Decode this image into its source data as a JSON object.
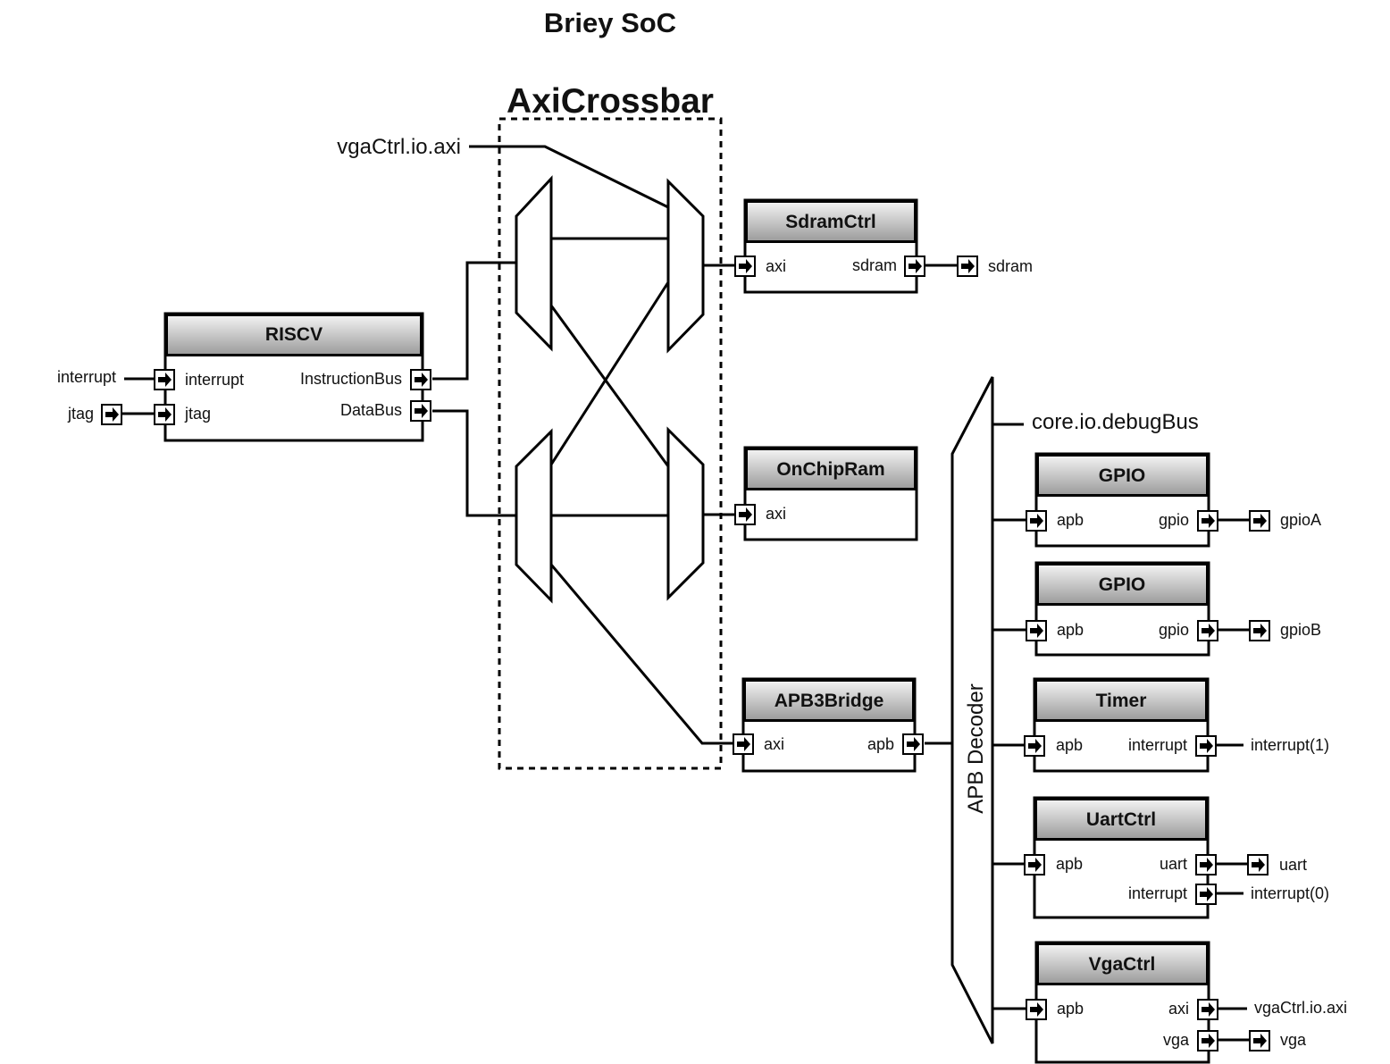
{
  "title": "Briey SoC",
  "crossbar": {
    "label": "AxiCrossbar"
  },
  "decoder": {
    "label": "APB Decoder"
  },
  "external": {
    "vga_axi_in": "vgaCtrl.io.axi",
    "debug_bus": "core.io.debugBus",
    "interrupt_in": "interrupt",
    "jtag_in": "jtag",
    "sdram_out": "sdram",
    "gpioA_out": "gpioA",
    "gpioB_out": "gpioB",
    "timer_irq_out": "interrupt(1)",
    "uart_out": "uart",
    "uart_irq_out": "interrupt(0)",
    "vga_axi_out": "vgaCtrl.io.axi",
    "vga_out": "vga"
  },
  "blocks": {
    "riscv": {
      "name": "RISCV",
      "in1": "interrupt",
      "in2": "jtag",
      "out1": "InstructionBus",
      "out2": "DataBus"
    },
    "sdram": {
      "name": "SdramCtrl",
      "in1": "axi",
      "out1": "sdram"
    },
    "onchipram": {
      "name": "OnChipRam",
      "in1": "axi"
    },
    "apb3bridge": {
      "name": "APB3Bridge",
      "in1": "axi",
      "out1": "apb"
    },
    "gpioA": {
      "name": "GPIO",
      "in1": "apb",
      "out1": "gpio"
    },
    "gpioB": {
      "name": "GPIO",
      "in1": "apb",
      "out1": "gpio"
    },
    "timer": {
      "name": "Timer",
      "in1": "apb",
      "out1": "interrupt"
    },
    "uart": {
      "name": "UartCtrl",
      "in1": "apb",
      "out1": "uart",
      "out2": "interrupt"
    },
    "vga": {
      "name": "VgaCtrl",
      "in1": "apb",
      "out1": "axi",
      "out2": "vga"
    }
  }
}
